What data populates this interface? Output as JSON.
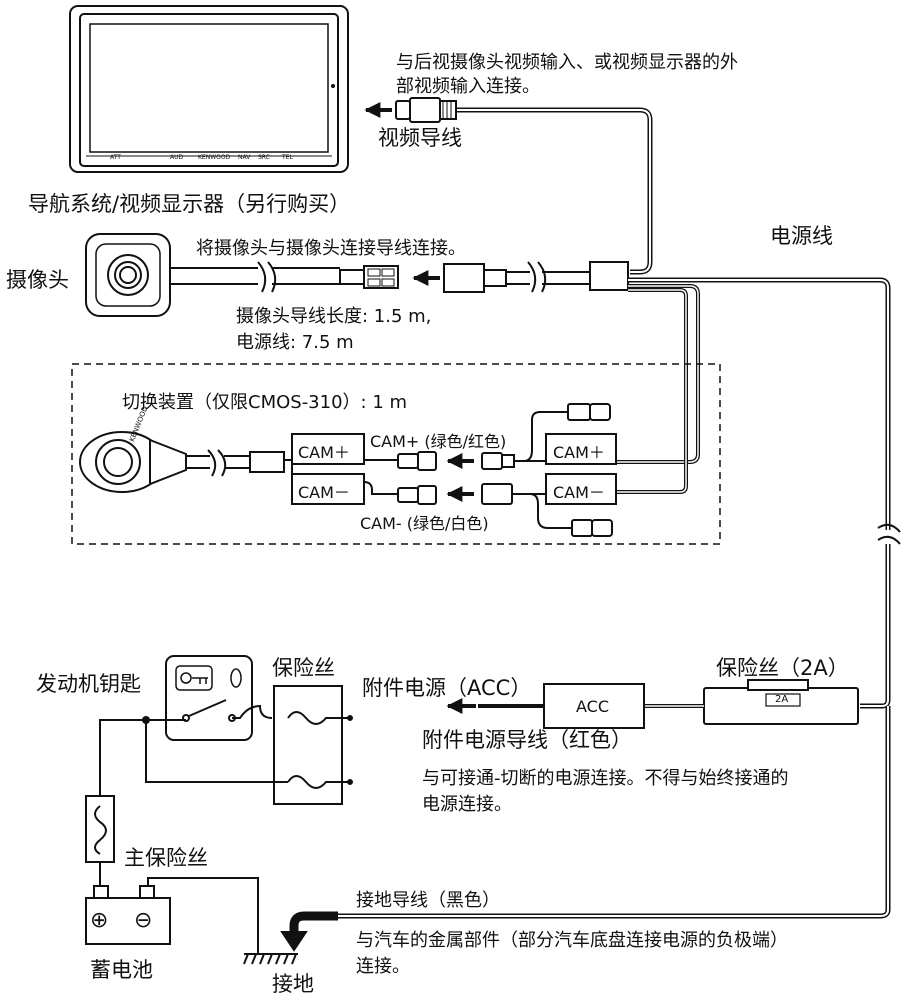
{
  "texts": {
    "video_connect_note_line1": "与后视摄像头视频输入、或视频显示器的外",
    "video_connect_note_line2": "部视频输入连接。",
    "video_cable": "视频导线",
    "nav_display": "导航系统/视频显示器（另行购买）",
    "power_cable": "电源线",
    "camera": "摄像头",
    "connect_camera_cable": "将摄像头与摄像头连接导线连接。",
    "camera_cable_length": "摄像头导线长度: 1.5 m,",
    "power_cable_length": "电源线: 7.5 m",
    "switch_unit": "切换装置（仅限CMOS-310）: 1 m",
    "cam_plus_left": "CAM＋",
    "cam_minus_left": "CAM－",
    "cam_plus_color": "CAM+ (绿色/红色)",
    "cam_minus_color": "CAM- (绿色/白色)",
    "cam_plus_right": "CAM＋",
    "cam_minus_right": "CAM－",
    "ignition_key": "发动机钥匙",
    "fuse": "保险丝",
    "acc_power": "附件电源（ACC）",
    "acc_box": "ACC",
    "fuse_2a": "保险丝（2A）",
    "fuse_2a_tag": "2A",
    "acc_cable": "附件电源导线（红色）",
    "acc_note_line1": "与可接通-切断的电源连接。不得与始终接通的",
    "acc_note_line2": "电源连接。",
    "main_fuse": "主保险丝",
    "ground_cable": "接地导线（黑色）",
    "ground_note_line1": "与汽车的金属部件（部分汽车底盘连接电源的负极端）",
    "ground_note_line2": "连接。",
    "battery": "蓄电池",
    "ground": "接地",
    "battery_plus": "⊕",
    "battery_minus": "⊖",
    "switch_brand": "KENWOOD"
  },
  "monitor_buttons": [
    "ATT",
    "AUD",
    "KENWOOD",
    "NAV",
    "SRC",
    "TEL"
  ]
}
